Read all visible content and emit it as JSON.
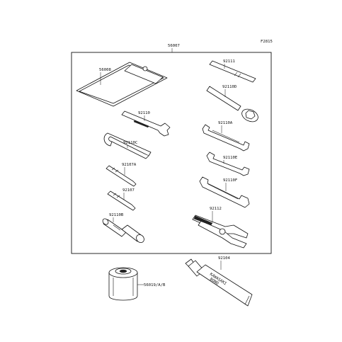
{
  "figure_code": "F2815",
  "assembly_label": "56007",
  "parts": [
    {
      "id": "pouch",
      "number": "56008"
    },
    {
      "id": "handle",
      "number": "92111"
    },
    {
      "id": "box-wrench",
      "number": "92110D"
    },
    {
      "id": "spanner-1",
      "number": "92110"
    },
    {
      "id": "spanner-a",
      "number": "92110A"
    },
    {
      "id": "hook-wrench",
      "number": "92110C"
    },
    {
      "id": "spanner-e",
      "number": "92110E"
    },
    {
      "id": "screwdriver-a",
      "number": "92107A"
    },
    {
      "id": "spanner-f",
      "number": "92110F"
    },
    {
      "id": "screwdriver",
      "number": "92107"
    },
    {
      "id": "pliers",
      "number": "92112"
    },
    {
      "id": "spark-plug-wrench",
      "number": "92110B"
    },
    {
      "id": "bond-tube",
      "number": "92104"
    },
    {
      "id": "oil-filter",
      "number": "56019/A/B"
    }
  ],
  "tube_text": [
    "KAWASAKI",
    "BOND"
  ]
}
